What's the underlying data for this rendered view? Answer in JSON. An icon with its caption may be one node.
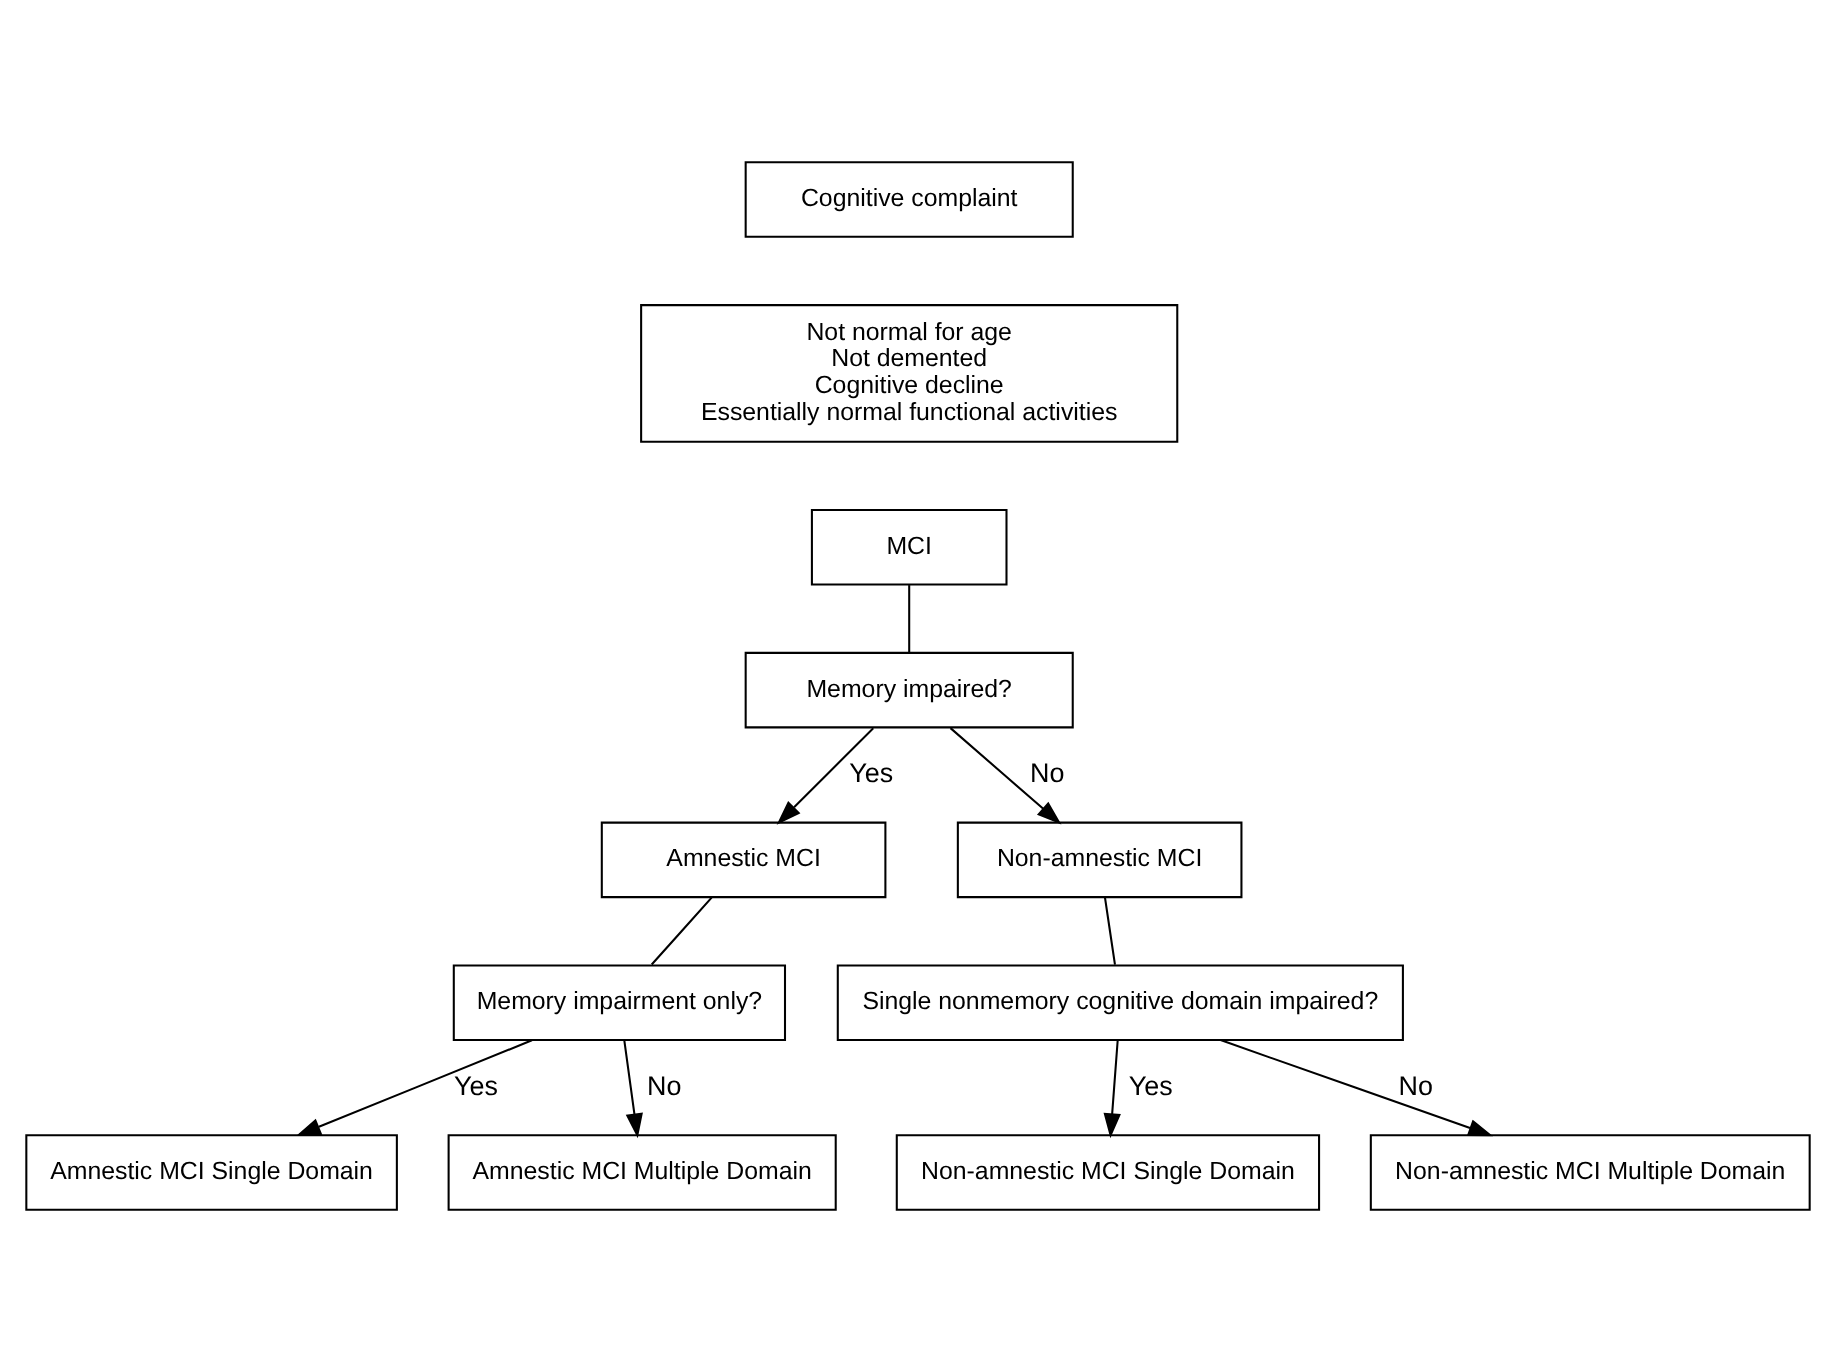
{
  "diagram": {
    "nodes": [
      {
        "text": [
          "Cognitive complaint"
        ]
      },
      {
        "text": [
          "Not normal for age",
          "Not demented",
          "Cognitive decline",
          "Essentially normal functional activities"
        ]
      },
      {
        "text": [
          "MCI"
        ]
      },
      {
        "text": [
          "Memory impaired?"
        ]
      },
      {
        "text": [
          "Amnestic MCI"
        ]
      },
      {
        "text": [
          "Non-amnestic MCI"
        ]
      },
      {
        "text": [
          "Memory impairment only?"
        ]
      },
      {
        "text": [
          "Single nonmemory cognitive domain impaired?"
        ]
      },
      {
        "text": [
          "Amnestic MCI Single Domain"
        ]
      },
      {
        "text": [
          "Amnestic MCI Multiple Domain"
        ]
      },
      {
        "text": [
          "Non-amnestic MCI Single Domain"
        ]
      },
      {
        "text": [
          "Non-amnestic MCI Multiple Domain"
        ]
      }
    ],
    "edges": [
      {
        "from": 2,
        "to": 3,
        "arrow": "none"
      },
      {
        "from": 3,
        "to": 4,
        "arrow": "to",
        "label": "Yes"
      },
      {
        "from": 3,
        "to": 5,
        "arrow": "to",
        "label": "No"
      },
      {
        "from": 4,
        "to": 6,
        "arrow": "none"
      },
      {
        "from": 5,
        "to": 7,
        "arrow": "none"
      },
      {
        "from": 6,
        "to": 8,
        "arrow": "to",
        "label": "Yes"
      },
      {
        "from": 6,
        "to": 9,
        "arrow": "to",
        "label": "No"
      },
      {
        "from": 7,
        "to": 10,
        "arrow": "to",
        "label": "Yes"
      },
      {
        "from": 7,
        "to": 11,
        "arrow": "to",
        "label": "No"
      }
    ]
  }
}
